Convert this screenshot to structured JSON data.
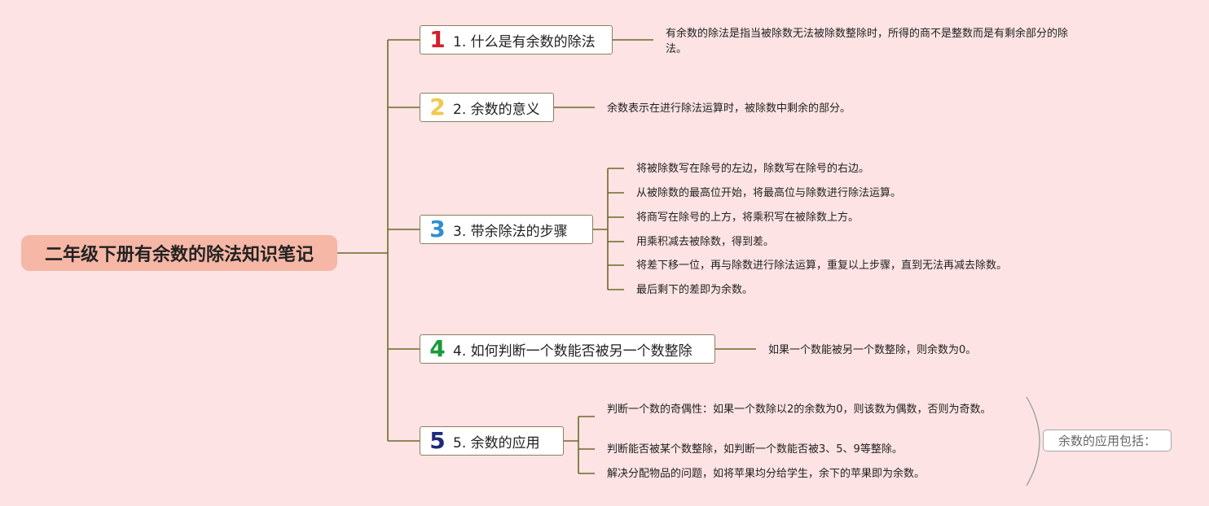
{
  "root": {
    "title": "二年级下册有余数的除法知识笔记"
  },
  "branches": [
    {
      "number": "1",
      "title": "1. 什么是有余数的除法",
      "color": "#d0202e",
      "items": [
        "有余数的除法是指当被除数无法被除数整除时，所得的商不是整数而是有剩余部分的除法。"
      ]
    },
    {
      "number": "2",
      "title": "2. 余数的意义",
      "color": "#f2c94c",
      "items": [
        "余数表示在进行除法运算时，被除数中剩余的部分。"
      ]
    },
    {
      "number": "3",
      "title": "3. 带余除法的步骤",
      "color": "#2f8fd0",
      "items": [
        "将被除数写在除号的左边，除数写在除号的右边。",
        "从被除数的最高位开始，将最高位与除数进行除法运算。",
        "将商写在除号的上方，将乘积写在被除数上方。",
        "用乘积减去被除数，得到差。",
        "将差下移一位，再与除数进行除法运算，重复以上步骤，直到无法再减去除数。",
        "最后剩下的差即为余数。"
      ]
    },
    {
      "number": "4",
      "title": "4. 如何判断一个数能否被另一个数整除",
      "color": "#1a9a3a",
      "items": [
        "如果一个数能被另一个数整除，则余数为0。"
      ]
    },
    {
      "number": "5",
      "title": "5. 余数的应用",
      "color": "#1d2b7a",
      "items": [
        "判断一个数的奇偶性：如果一个数除以2的余数为0，则该数为偶数，否则为奇数。",
        "判断能否被某个数整除，如判断一个数能否被3、5、9等整除。",
        "解决分配物品的问题，如将苹果均分给学生，余下的苹果即为余数。"
      ],
      "summary": "余数的应用包括："
    }
  ],
  "colors": {
    "line": "#6b6b2a",
    "background": "#fde3e3",
    "root_fill": "#f6b7a6"
  }
}
